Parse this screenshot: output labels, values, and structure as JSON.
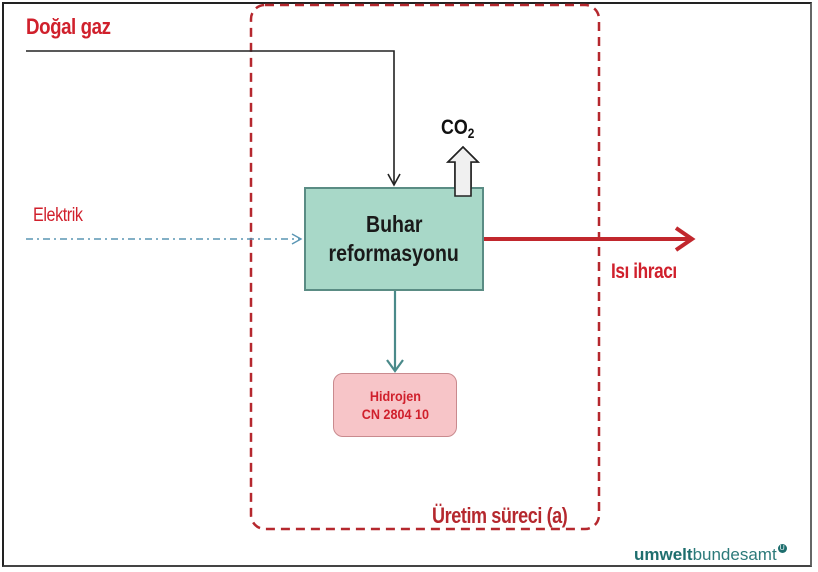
{
  "diagram": {
    "inputs": {
      "natural_gas": "Doğal gaz",
      "electricity": "Elektrik"
    },
    "process": {
      "line1": "Buhar",
      "line2": "reformasyonu"
    },
    "emission": {
      "co2_base": "CO",
      "co2_sub": "2"
    },
    "outputs": {
      "heat_export": "Isı ihracı",
      "product_line1": "Hidrojen",
      "product_line2": "CN 2804 10"
    },
    "boundary_label": "Üretim süreci (a)"
  },
  "logo": {
    "bold": "umwelt",
    "light": "bundesamt",
    "mark": "U"
  },
  "colors": {
    "red_text": "#d0202c",
    "boundary": "#b5282e",
    "process_fill": "#a8d8c8",
    "product_fill": "#f7c5c8",
    "electric_line": "#5a96b4",
    "teal_arrow": "#4a8a8a"
  }
}
